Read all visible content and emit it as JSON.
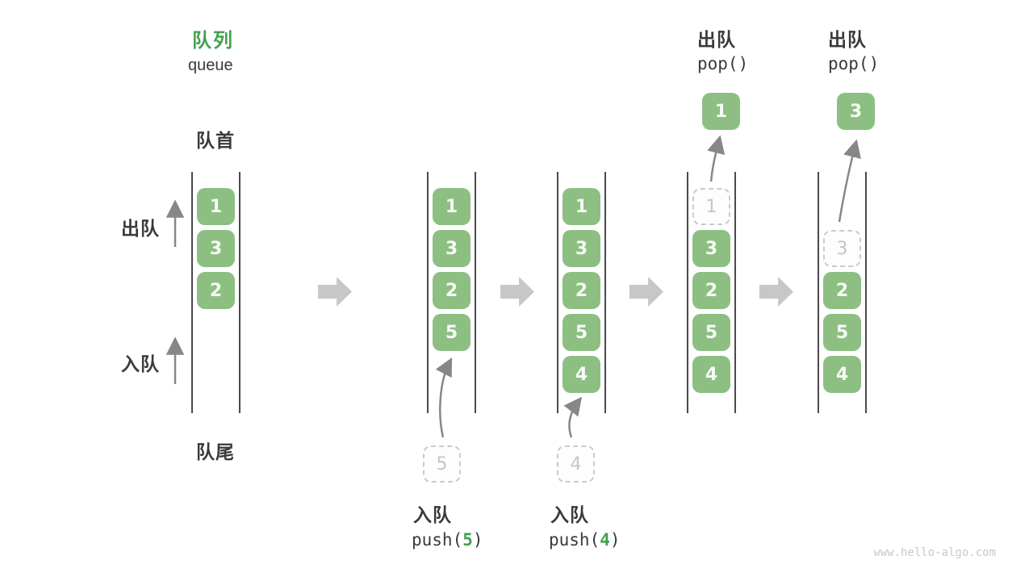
{
  "header": {
    "title_zh": "队列",
    "title_en": "queue"
  },
  "labels": {
    "front": "队首",
    "rear": "队尾",
    "dequeue": "出队",
    "enqueue": "入队"
  },
  "colors": {
    "box_green": "#8dbf83",
    "accent_green": "#44a14e",
    "text_dark": "#3a3a3a",
    "block_arrow_gray": "#c7c7c7",
    "ghost_gray": "#cbcbcb"
  },
  "columns": [
    {
      "boxes": [
        "1",
        "3",
        "2"
      ]
    },
    {
      "boxes": [
        "1",
        "3",
        "2",
        "5"
      ],
      "staged": "5"
    },
    {
      "boxes": [
        "1",
        "3",
        "2",
        "5",
        "4"
      ],
      "staged": "4"
    },
    {
      "ghost": "1",
      "boxes": [
        "3",
        "2",
        "5",
        "4"
      ],
      "popped": "1"
    },
    {
      "ghost": "3",
      "boxes": [
        "2",
        "5",
        "4"
      ],
      "popped": "3"
    }
  ],
  "ops": {
    "enqueue_label": "入队",
    "dequeue_label": "出队",
    "pop_fn": "pop()",
    "push5": {
      "prefix": "push(",
      "arg": "5",
      "suffix": ")"
    },
    "push4": {
      "prefix": "push(",
      "arg": "4",
      "suffix": ")"
    }
  },
  "watermark": "www.hello-algo.com"
}
